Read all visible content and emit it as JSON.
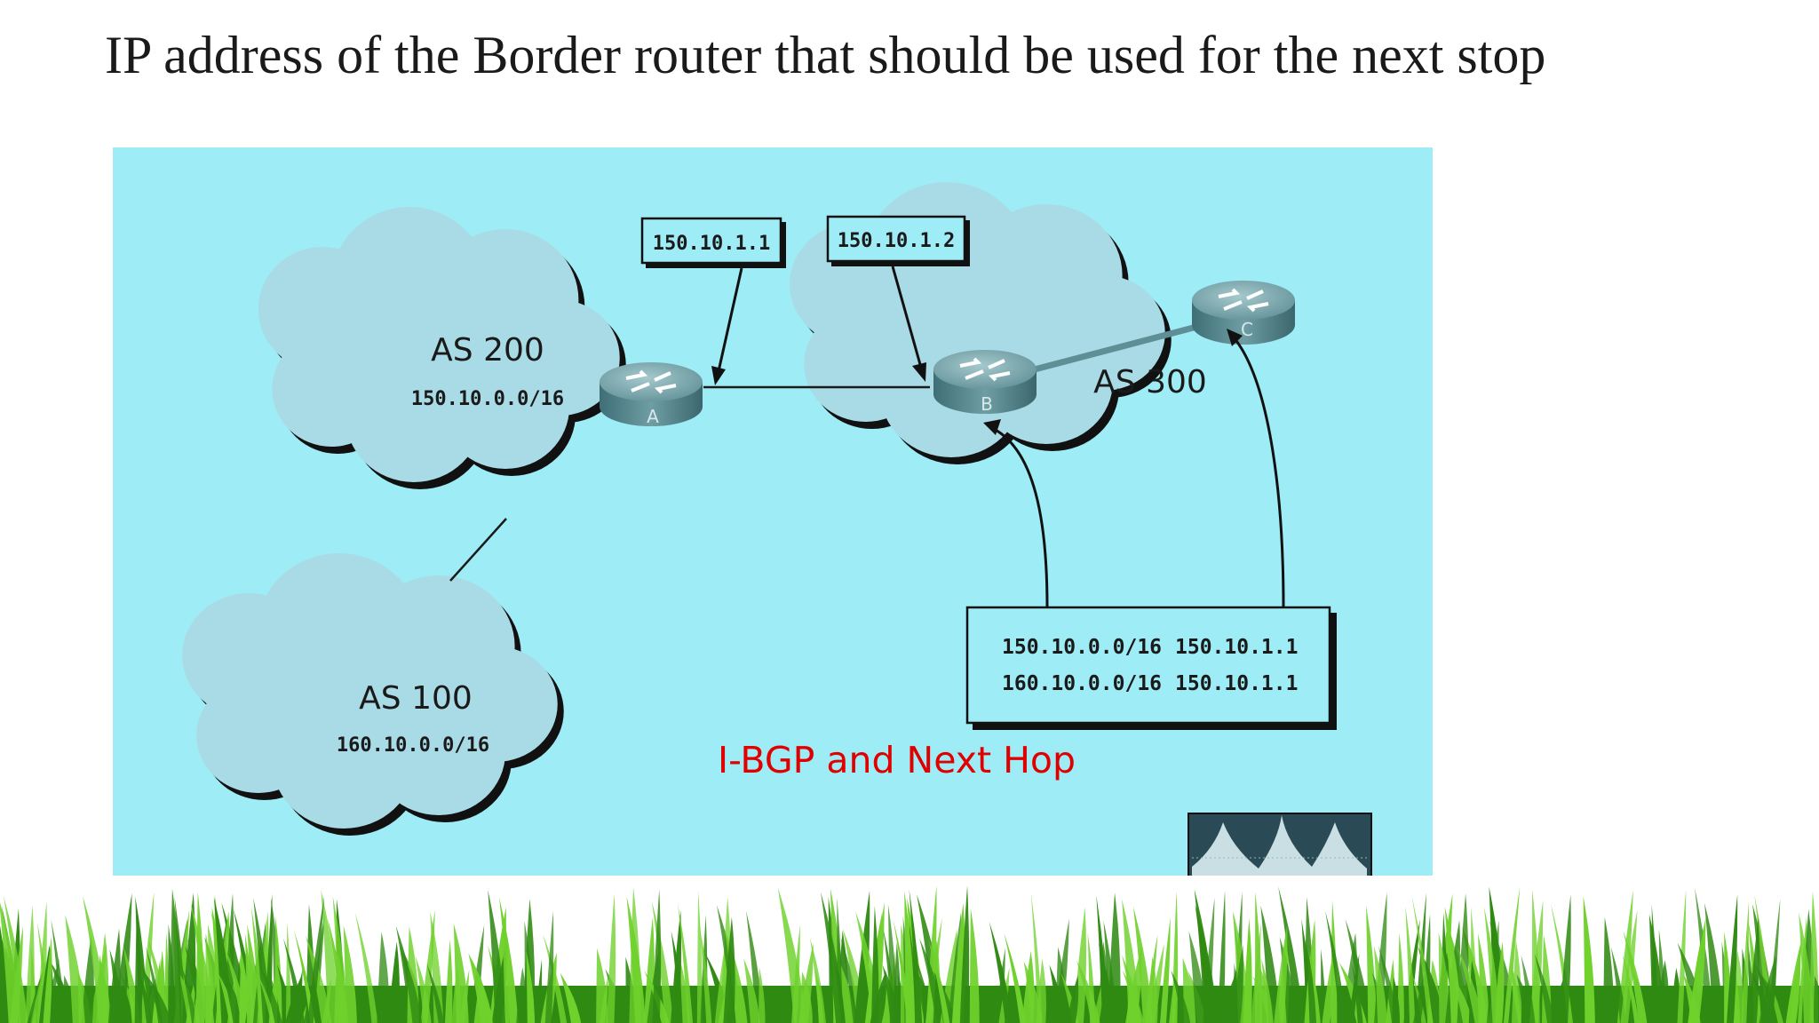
{
  "slide": {
    "title": "IP address of the Border router that should be used for the next stop",
    "caption": "I-BGP and Next Hop"
  },
  "diagram": {
    "autonomous_systems": [
      {
        "name": "AS 200",
        "prefix": "150.10.0.0/16"
      },
      {
        "name": "AS 300",
        "prefix": ""
      },
      {
        "name": "AS 100",
        "prefix": "160.10.0.0/16"
      }
    ],
    "routers": [
      {
        "label": "A"
      },
      {
        "label": "B"
      },
      {
        "label": "C"
      }
    ],
    "ip_callouts": [
      {
        "ip": "150.10.1.1"
      },
      {
        "ip": "150.10.1.2"
      }
    ],
    "routing_table": {
      "rows": [
        {
          "network": "150.10.0.0/16",
          "next_hop": "150.10.1.1"
        },
        {
          "network": "160.10.0.0/16",
          "next_hop": "150.10.1.1"
        }
      ]
    }
  },
  "colors": {
    "panel_background": "#9eecf6",
    "cloud_fill": "#a9dbe6",
    "cloud_shadow": "#111111",
    "router_body": "#5f8f96",
    "router_top": "#8fb8bd",
    "caption": "#e00000",
    "grass_dark": "#2f8a12",
    "grass_light": "#6fd12c"
  },
  "icons": [
    "router-icon",
    "cloud-shape",
    "grass-decoration",
    "thumbnail-icon"
  ]
}
